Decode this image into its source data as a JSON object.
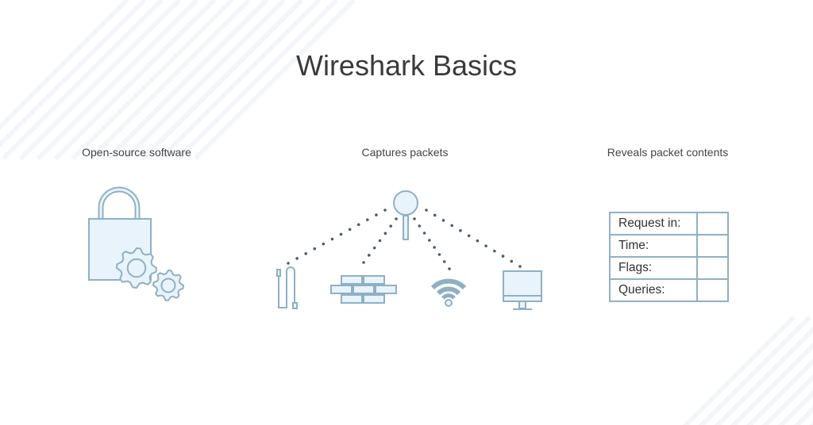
{
  "title": "Wireshark Basics",
  "sections": [
    {
      "caption": "Open-source software",
      "icon": "unlocked-padlock-gears-icon"
    },
    {
      "caption": "Captures packets",
      "icon": "magnifier-network-icon",
      "devices": [
        "cable-icon",
        "firewall-icon",
        "wifi-icon",
        "monitor-icon"
      ]
    },
    {
      "caption": "Reveals packet contents",
      "icon": "packet-table",
      "rows": [
        "Request in:",
        "Time:",
        "Flags:",
        "Queries:"
      ]
    }
  ],
  "colors": {
    "stroke": "#8fb0c4",
    "fill": "#e8f3fb",
    "dot": "#4d5d6b"
  }
}
